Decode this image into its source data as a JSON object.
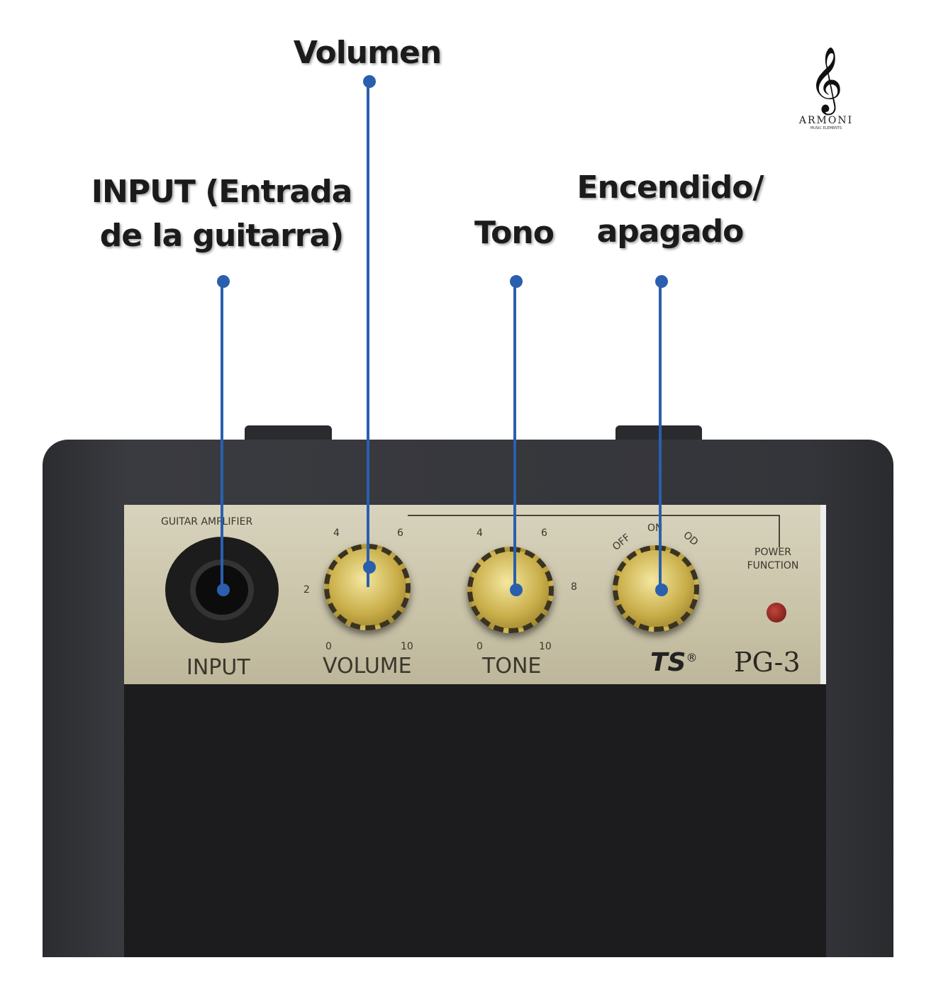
{
  "annotations": {
    "volume": "Volumen",
    "input_line1": "INPUT (Entrada",
    "input_line2": "de la guitarra)",
    "tone": "Tono",
    "power_line1": "Encendido/",
    "power_line2": "apagado"
  },
  "logo": {
    "brand": "ARMONI",
    "tagline": "MUSIC ELEMENTS"
  },
  "panel": {
    "header": "GUITAR AMPLIFIER",
    "input_label": "INPUT",
    "volume_label": "VOLUME",
    "tone_label": "TONE",
    "scale": {
      "min": "0",
      "max": "10",
      "t2": "2",
      "t4": "4",
      "t6": "6",
      "t8": "8"
    },
    "power_modes": {
      "off": "OFF",
      "on": "ON",
      "od": "OD"
    },
    "power_function": "POWER FUNCTION",
    "brand": "TS",
    "registered": "®",
    "model": "PG-3"
  },
  "colors": {
    "accent": "#2a5fae"
  }
}
